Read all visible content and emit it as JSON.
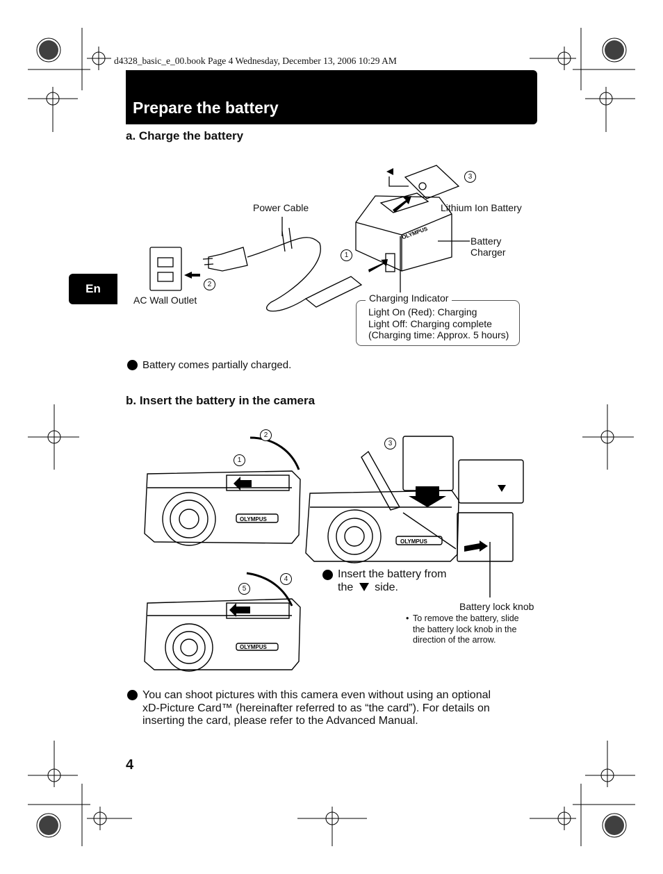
{
  "header": {
    "file_line": "d4328_basic_e_00.book  Page 4  Wednesday, December 13, 2006  10:29 AM",
    "title": "Prepare the battery",
    "language_tab": "En"
  },
  "section_a": {
    "heading": "a.  Charge the battery",
    "labels": {
      "power_cable": "Power Cable",
      "lithium_battery": "Lithium Ion Battery",
      "battery_charger_line1": "Battery",
      "battery_charger_line2": "Charger",
      "ac_outlet": "AC Wall Outlet",
      "charging_indicator": "Charging Indicator"
    },
    "indicator_lines": [
      "Light On (Red): Charging",
      "Light Off: Charging complete",
      "(Charging time: Approx. 5 hours)"
    ],
    "charger_brand": "OLYMPUS",
    "note": "Battery comes partially charged.",
    "steps": [
      "1",
      "2",
      "3"
    ]
  },
  "section_b": {
    "heading": "b.  Insert the battery in the camera",
    "insert_note_line1": "Insert the battery from",
    "insert_note_line2_a": "the",
    "insert_note_line2_b": "side.",
    "lock_knob_label": "Battery lock knob",
    "remove_note_line1": "To remove the battery, slide",
    "remove_note_line2": "the battery lock knob in the",
    "remove_note_line3": "direction of the arrow.",
    "bullet_char": "•",
    "steps": [
      "1",
      "2",
      "3",
      "4",
      "5"
    ],
    "camera_brand": "OLYMPUS"
  },
  "footer_note": {
    "line1": "You can shoot pictures with this camera even without using an optional",
    "line2": "xD-Picture Card™ (hereinafter referred to as “the card”). For details on",
    "line3": "inserting the card, please refer to the Advanced Manual."
  },
  "page_number": "4"
}
